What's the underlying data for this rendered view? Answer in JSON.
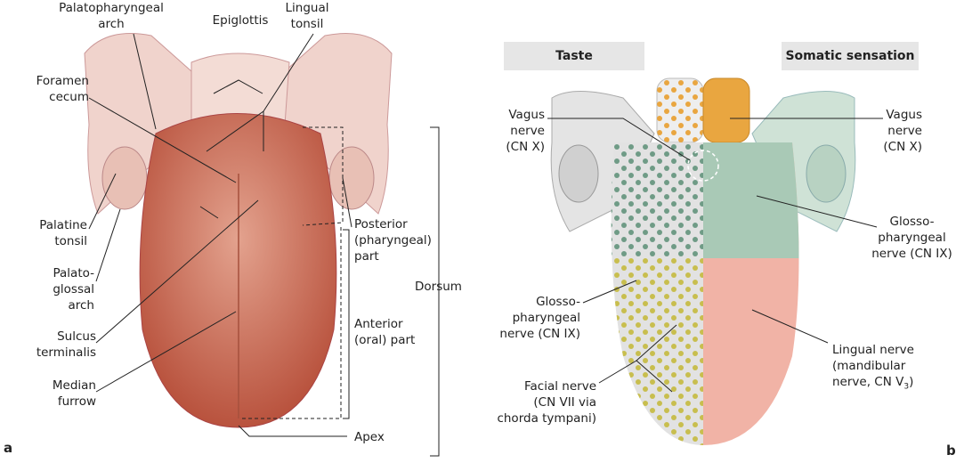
{
  "panel_a": {
    "letter": "a",
    "labels": {
      "palatopharyngeal_arch": "Palatopharyngeal\narch",
      "epiglottis": "Epiglottis",
      "lingual_tonsil": "Lingual\ntonsil",
      "foramen_cecum": "Foramen\ncecum",
      "palatine_tonsil": "Palatine\ntonsil",
      "palatoglossal_arch": "Palato-\nglossal\narch",
      "sulcus_terminalis": "Sulcus\nterminalis",
      "median_furrow": "Median\nfurrow",
      "posterior_part": "Posterior\n(pharyngeal)\npart",
      "anterior_part": "Anterior\n(oral) part",
      "dorsum": "Dorsum",
      "apex": "Apex"
    }
  },
  "panel_b": {
    "letter": "b",
    "headers": {
      "taste": "Taste",
      "somatic": "Somatic sensation"
    },
    "labels": {
      "vagus_left": "Vagus\nnerve\n(CN X)",
      "vagus_right": "Vagus\nnerve\n(CN X)",
      "glosso_right": "Glosso-\npharyngeal\nnerve (CN IX)",
      "glosso_left": "Glosso-\npharyngeal\nnerve (CN IX)",
      "facial": "Facial nerve\n(CN VII via\nchorda tympani)",
      "lingual_1": "Lingual nerve\n(mandibular\nnerve, CN V",
      "lingual_sub": "3",
      "lingual_end": ")"
    },
    "colors": {
      "vagus": "#e9a640",
      "glosso": "#a9c9b6",
      "lingual": "#f1b3a6",
      "facial_dot": "#c8be4e",
      "taste_base": "#d9d9d9"
    }
  }
}
